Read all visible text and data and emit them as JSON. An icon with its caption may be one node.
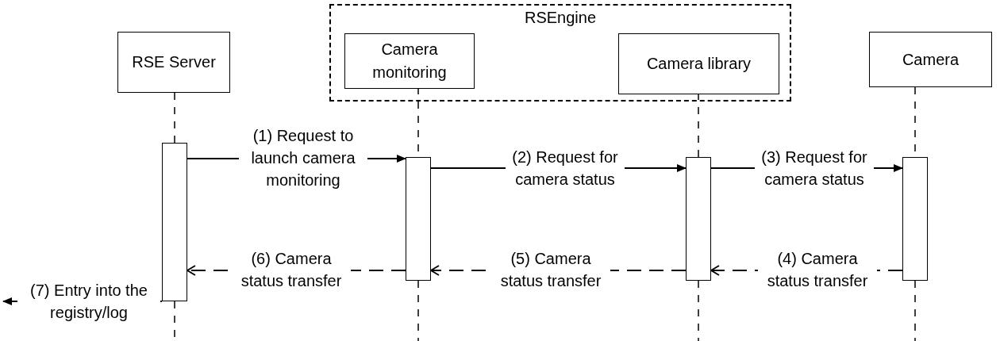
{
  "diagram": {
    "nodes": [
      {
        "text": [
          "RSEngine"
        ]
      },
      {
        "text": [
          "RSE Server"
        ]
      },
      {
        "text": [
          "Camera monitoring"
        ],
        "in": 0
      },
      {
        "text": [
          "Camera library"
        ],
        "in": 0
      },
      {
        "text": [
          "Camera"
        ]
      },
      {
        "text": [],
        "shape": "bar"
      },
      {
        "text": [],
        "shape": "bar"
      },
      {
        "text": [],
        "shape": "bar"
      },
      {
        "text": [],
        "shape": "bar"
      }
    ],
    "edges": [
      {
        "from": 1,
        "to": 5,
        "arrow": "none",
        "style": "dashed"
      },
      {
        "from": 2,
        "to": 6,
        "arrow": "none",
        "style": "dashed"
      },
      {
        "from": 3,
        "to": 7,
        "arrow": "none",
        "style": "dashed"
      },
      {
        "from": 4,
        "to": 8,
        "arrow": "none",
        "style": "dashed"
      },
      {
        "from": 5,
        "to": 6,
        "arrow": "to",
        "label": "(1) Request to launch camera monitoring"
      },
      {
        "from": 6,
        "to": 7,
        "arrow": "to",
        "label": "(2) Request for camera status"
      },
      {
        "from": 7,
        "to": 8,
        "arrow": "to",
        "label": "(3) Request for camera status"
      },
      {
        "from": 8,
        "to": 7,
        "arrow": "to",
        "label": "(4) Camera status transfer",
        "style": "dashed"
      },
      {
        "from": 7,
        "to": 6,
        "arrow": "to",
        "label": "(5) Camera status transfer",
        "style": "dashed"
      },
      {
        "from": 6,
        "to": 5,
        "arrow": "to",
        "label": "(6) Camera status transfer",
        "style": "dashed"
      },
      {
        "from": 5,
        "to": null,
        "arrow": "to",
        "label": "(7) Entry into the registry/log"
      }
    ]
  }
}
